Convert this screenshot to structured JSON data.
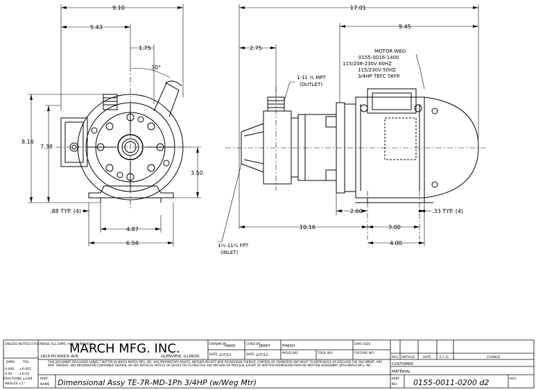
{
  "dimensions": {
    "d_9_10": "9.10",
    "d_5_43": "5.43",
    "d_1_75": "1.75",
    "d_30": "30°",
    "d_8_16": "8.16",
    "d_7_38": "7.38",
    "d_3_50": "3.50",
    "d_88": ".88 TYP. (4)",
    "d_4_87": "4.87",
    "d_6_54": "6.54",
    "d_17_01": "17.01",
    "d_9_45": "9.45",
    "d_2_75": "2.75",
    "d_2_60": "2.60",
    "d_33": ".33 TYP. (4)",
    "d_10_16": "10.16",
    "d_3_00": "3.00",
    "d_4_00": "4.00"
  },
  "notes": {
    "outlet_line1": "1-11 ½ MPT",
    "outlet_line2": "(OUTLET)",
    "inlet_line1": "1½-11½ FPT",
    "inlet_line2": "(INLET)",
    "motor_line1": "MOTOR WEG",
    "motor_line2": "0155-0016-1400",
    "motor_line3": "115/208-230V 60HZ",
    "motor_line4": "115/230V 50HZ",
    "motor_line5": "3/4HP TEFC 56FR"
  },
  "title_block": {
    "unless_noted": "UNLESS NOTED OTHERWISE ALL DIMS. ARE IN INCHES.",
    "dims_label": "DIMS.",
    "tol_label": "TOL.",
    "tol_row1_dim": "0.000",
    "tol_row1_tol": "±0.005",
    "tol_row2_dim": "0.00",
    "tol_row2_tol": "±0.03",
    "fractions": "FRACTIONS ±1/64",
    "angles": "ANGLES ±1°",
    "company": "MARCH MFG. INC.",
    "address": "1819 PICKWICK AVE.",
    "city": "GLENVIEW, ILLINOIS",
    "drawn_by_label": "DRAWN BY",
    "drawn_by": "HANS",
    "chkd_by_label": "CHKD BY",
    "chkd_by": "JERRY",
    "date_label": "DATE",
    "date_drawn": "2/7/11",
    "date_chkd": "2/7/11",
    "finish_label": "FINISH",
    "dwg_size_label": "DWG SIZE",
    "mold_no_label": "MOLD NO.",
    "tool_no_label": "TOOL NO.",
    "fixture_no_label": "FIXTURE NO.",
    "disclaimer": "THIS DOCUMENT DISCLOSED SUBJECT MATTER IN WHICH MARCH MFG. INC. HAS PROPRIETARY RIGHTS. NEITHER RECEIPT NOR POSSESSION THEREOF CONFERS OR TRANSFERS ANY RIGHT TO REPRODUCE OR DISCLOSE THE DOCUMENT, ANY PART THEREOF, ANY INFORMATION CONTAINED THEREIN, OR ANY PHYSICAL ARTICLE OR DEVICE OR TO PRACTICE ANY METHOD OR PROCESS, EXCEPT BY WRITTEN PERMISSION FROM OR WRITTEN AGREEMENT WITH MARCH MFG. INC.",
    "part_name_label": "PART NAME",
    "part_name": "Dimensional Assy TE-7R-MD-1Ph 3/4HP (w/Weg Mtr)",
    "rev_label": "REV.",
    "initials_label": "INITIALS",
    "eco_label": "E.C.O.",
    "change_label": "CHANGE",
    "customer_label": "CUSTOMER",
    "material_label": "MATERIAL",
    "part_no_label": "PART NO.",
    "part_no": "0155-0011-0200 d2"
  }
}
